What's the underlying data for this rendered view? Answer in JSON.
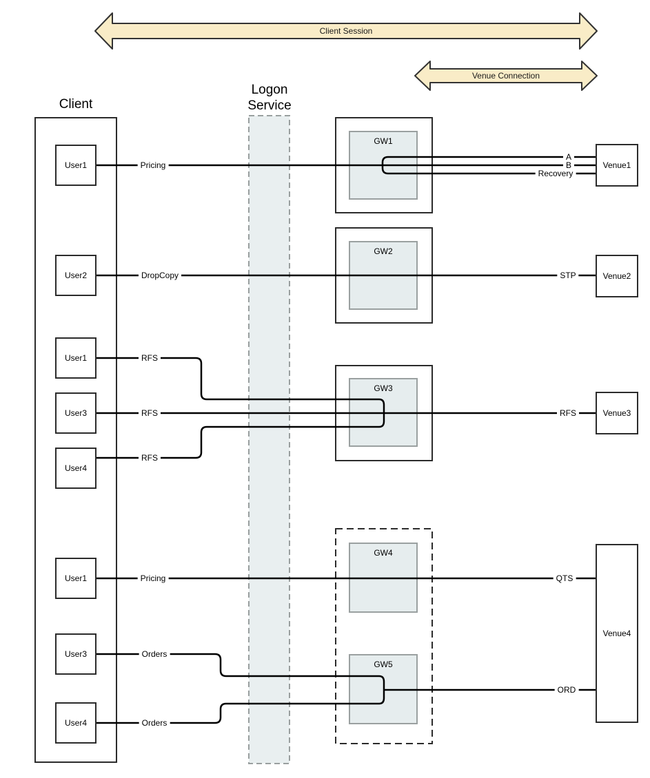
{
  "headers": {
    "client_title": "Client",
    "logon_service_title_line1": "Logon",
    "logon_service_title_line2": "Service"
  },
  "session_arrows": {
    "client_session": "Client Session",
    "venue_connection": "Venue Connection"
  },
  "users": [
    {
      "label": "User1",
      "connection": "Pricing"
    },
    {
      "label": "User2",
      "connection": "DropCopy"
    },
    {
      "label": "User1",
      "connection": "RFS"
    },
    {
      "label": "User3",
      "connection": "RFS"
    },
    {
      "label": "User4",
      "connection": "RFS"
    },
    {
      "label": "User1",
      "connection": "Pricing"
    },
    {
      "label": "User3",
      "connection": "Orders"
    },
    {
      "label": "User4",
      "connection": "Orders"
    }
  ],
  "gateways": [
    {
      "label": "GW1"
    },
    {
      "label": "GW2"
    },
    {
      "label": "GW3"
    },
    {
      "label": "GW4"
    },
    {
      "label": "GW5"
    }
  ],
  "venues": [
    {
      "label": "Venue1"
    },
    {
      "label": "Venue2"
    },
    {
      "label": "Venue3"
    },
    {
      "label": "Venue4"
    }
  ],
  "venue_side_labels": {
    "a": "A",
    "b": "B",
    "recovery": "Recovery",
    "stp": "STP",
    "rfs": "RFS",
    "qts": "QTS",
    "ord": "ORD"
  },
  "colors": {
    "arrow_fill": "#f9ecc7",
    "arrow_border": "#333333",
    "logon_band_fill": "#e9eff0",
    "logon_band_border": "#999f9f",
    "gateway_inner_fill": "#e6edee",
    "gateway_inner_border": "#9aa0a0",
    "box_border": "#2b2b2b",
    "line": "#000000"
  }
}
